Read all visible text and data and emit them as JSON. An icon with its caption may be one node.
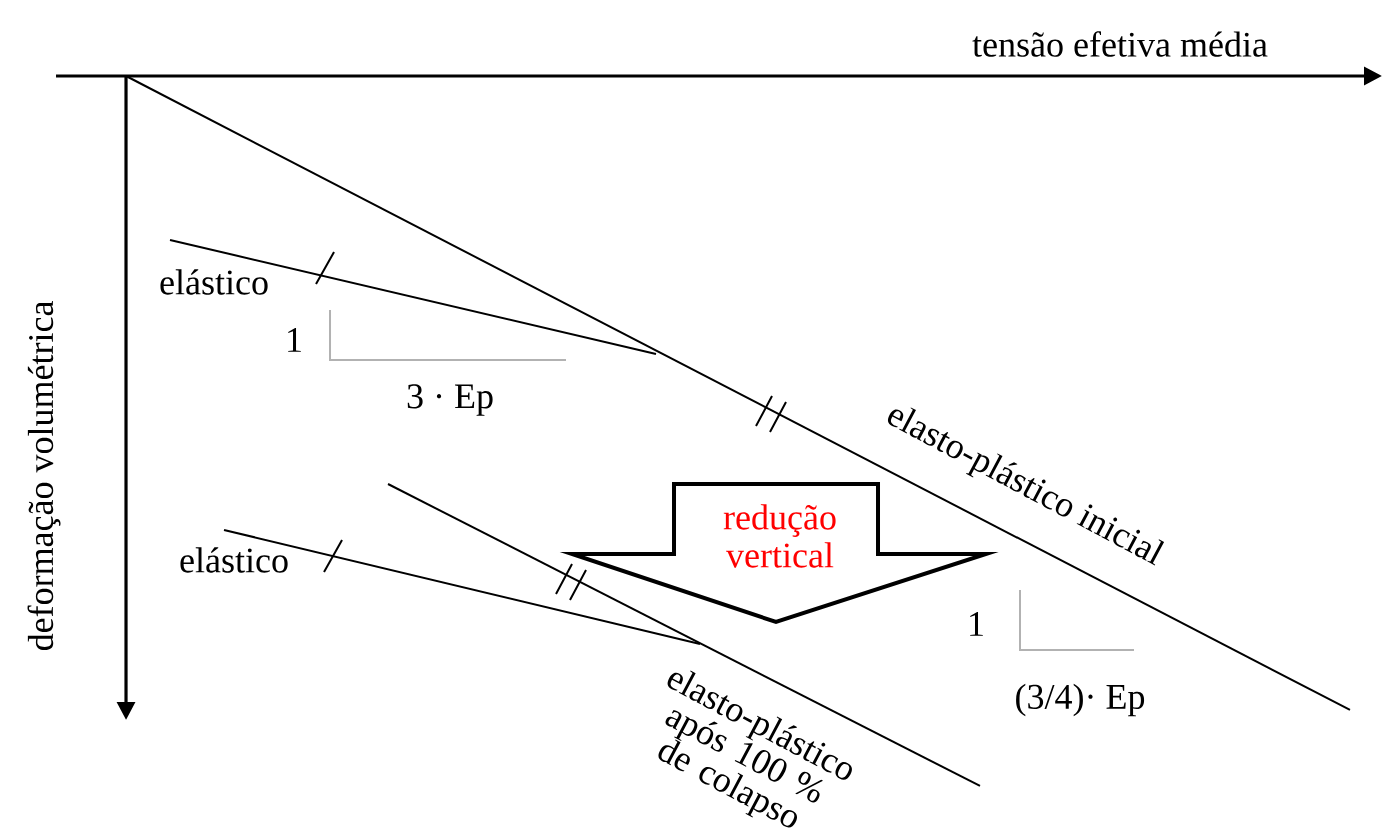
{
  "diagram": {
    "nodes": [
      {
        "text": [
          "redução vertical"
        ]
      }
    ],
    "labels": [
      "tensão efetiva média",
      "deformação volumétrica",
      "elástico",
      "1",
      "3 · Ep",
      "elasto-plástico inicial",
      "elástico",
      "1",
      "(3/4)· Ep",
      "elasto-plástico após 100 % de colapso"
    ]
  }
}
